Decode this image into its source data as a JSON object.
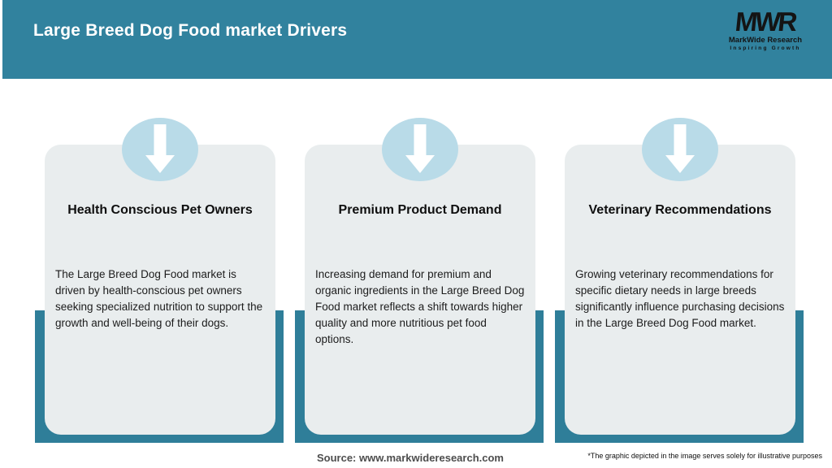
{
  "colors": {
    "header_teal": "#31829e",
    "backdrop_teal": "#2f7e99",
    "card_gray": "#e9edee",
    "badge_blue": "#b9dbe8",
    "title_white": "#ffffff",
    "text_dark": "#1c1c1c"
  },
  "header": {
    "title": "Large Breed Dog Food market Drivers",
    "logo": {
      "mark": "MWR",
      "name": "MarkWide Research",
      "tagline": "Inspiring Growth"
    }
  },
  "cards": [
    {
      "title": "Health Conscious Pet Owners",
      "body": "The Large Breed Dog Food market is driven by health-conscious pet owners seeking specialized nutrition to support the growth and well-being of their dogs."
    },
    {
      "title": "Premium Product Demand",
      "body": "Increasing demand for premium and organic ingredients in the Large Breed Dog Food market reflects a shift towards higher quality and more nutritious pet food options."
    },
    {
      "title": "Veterinary Recommendations",
      "body": "Growing veterinary recommendations for specific dietary needs in large breeds significantly influence purchasing decisions in the Large Breed Dog Food market."
    }
  ],
  "footer": {
    "source": "Source: www.markwideresearch.com",
    "disclaimer": "*The graphic depicted in the image serves solely for illustrative purposes"
  }
}
